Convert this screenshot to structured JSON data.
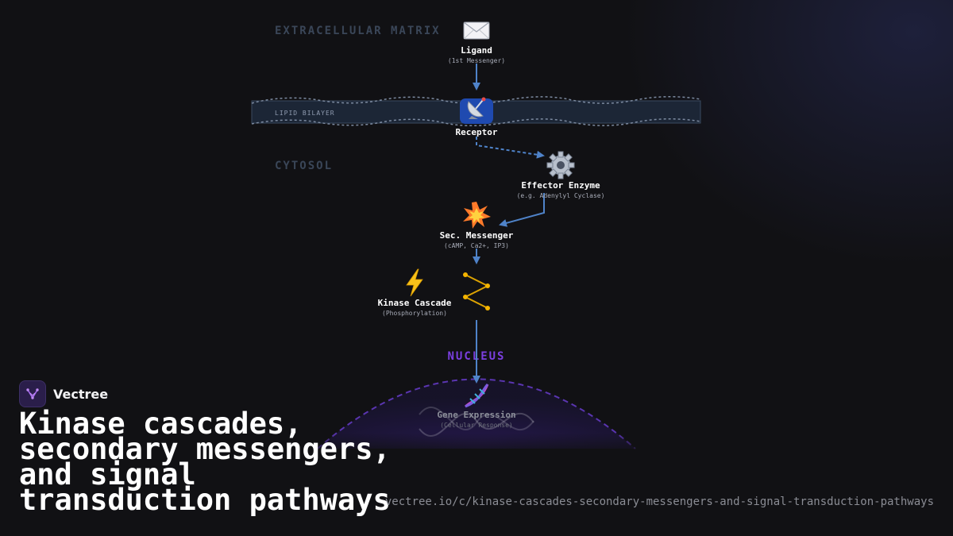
{
  "diagram": {
    "regions": {
      "extracellular": "EXTRACELLULAR MATRIX",
      "membrane": "LIPID BILAYER",
      "cytosol": "CYTOSOL",
      "nucleus": "NUCLEUS"
    },
    "nodes": {
      "ligand": {
        "icon": "envelope-icon",
        "title": "Ligand",
        "sub": "(1st Messenger)"
      },
      "receptor": {
        "icon": "satellite-antenna-icon",
        "title": "Receptor"
      },
      "effector": {
        "icon": "gear-icon",
        "title": "Effector Enzyme",
        "sub": "(e.g. Adenylyl Cyclase)"
      },
      "messenger": {
        "icon": "burst-icon",
        "title": "Sec. Messenger",
        "sub": "(cAMP, Ca2+, IP3)"
      },
      "kinase": {
        "icon": "lightning-icon",
        "title": "Kinase Cascade",
        "sub": "(Phosphorylation)"
      },
      "gene": {
        "icon": "dna-icon",
        "title": "Gene Expression",
        "sub": "(Cellular Response)"
      }
    },
    "colors": {
      "arrow": "#4f83c9",
      "membrane": "#1c2636",
      "nucleus": "#6a3fc8",
      "kinase": "#f4b400",
      "region_label": "#3a4658"
    }
  },
  "brand": {
    "name": "Vectree",
    "logo_icon": "vectree-logo-icon"
  },
  "headline": "Kinase cascades, secondary messengers, and signal transduction pathways",
  "url": "vectree.io/c/kinase-cascades-secondary-messengers-and-signal-transduction-pathways"
}
